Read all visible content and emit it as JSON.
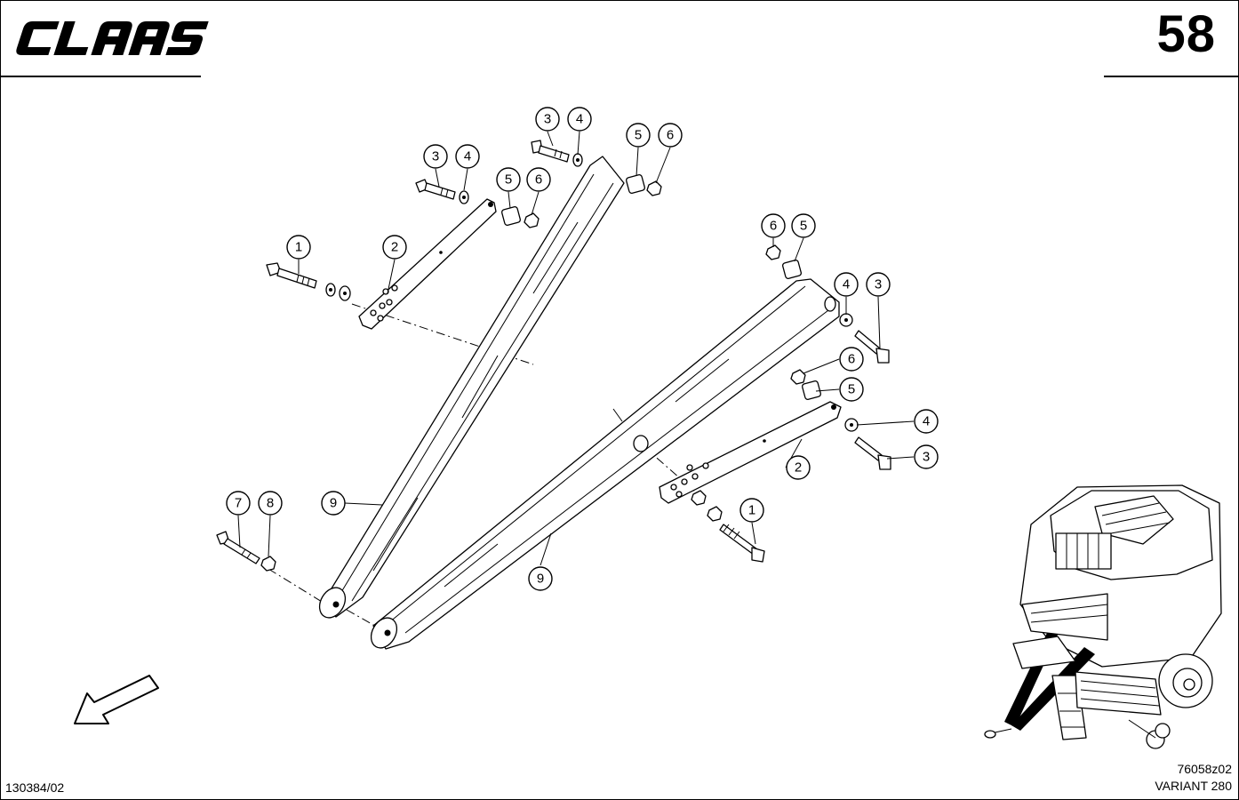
{
  "header": {
    "brand": "CLAAS",
    "page_number": "58"
  },
  "footer": {
    "document_ref": "130384/02",
    "figure_ref": "76058z02",
    "model": "VARIANT 280"
  },
  "callouts": [
    "1",
    "2",
    "3",
    "4",
    "5",
    "6",
    "7",
    "8",
    "9"
  ],
  "icons": [
    "claas-logo",
    "direction-arrow-icon",
    "baler-thumbnail"
  ],
  "colors": {
    "ink": "#000000",
    "paper": "#ffffff"
  }
}
